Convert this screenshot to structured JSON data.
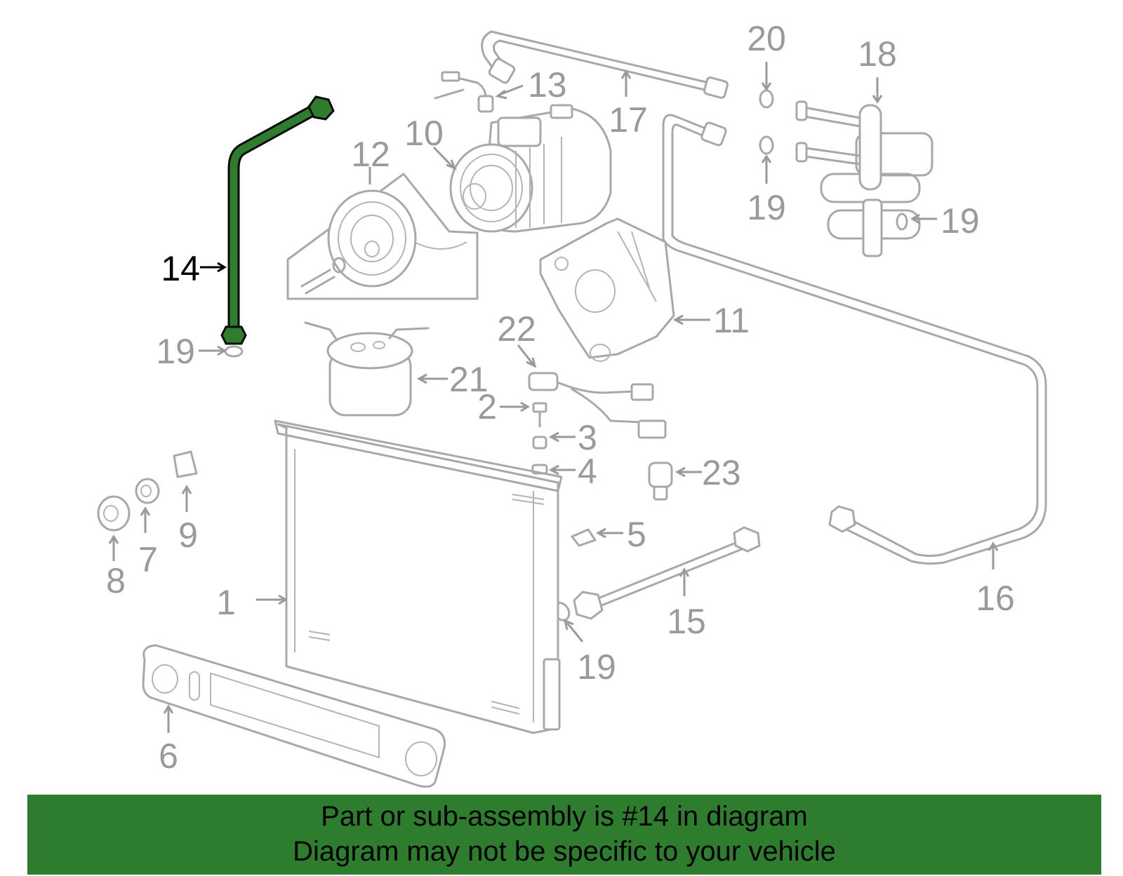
{
  "callouts": [
    {
      "id": "1",
      "label": "1"
    },
    {
      "id": "2",
      "label": "2"
    },
    {
      "id": "3",
      "label": "3"
    },
    {
      "id": "4",
      "label": "4"
    },
    {
      "id": "5",
      "label": "5"
    },
    {
      "id": "6",
      "label": "6"
    },
    {
      "id": "7",
      "label": "7"
    },
    {
      "id": "8",
      "label": "8"
    },
    {
      "id": "9",
      "label": "9"
    },
    {
      "id": "10",
      "label": "10"
    },
    {
      "id": "11",
      "label": "11"
    },
    {
      "id": "12",
      "label": "12"
    },
    {
      "id": "13",
      "label": "13"
    },
    {
      "id": "14",
      "label": "14"
    },
    {
      "id": "15",
      "label": "15"
    },
    {
      "id": "16",
      "label": "16"
    },
    {
      "id": "17",
      "label": "17"
    },
    {
      "id": "18",
      "label": "18"
    },
    {
      "id": "19",
      "label": "19"
    },
    {
      "id": "20",
      "label": "20"
    },
    {
      "id": "21",
      "label": "21"
    },
    {
      "id": "22",
      "label": "22"
    },
    {
      "id": "23",
      "label": "23"
    }
  ],
  "highlighted_part": "14",
  "colors": {
    "highlight": "#2e7d2e",
    "part": "#a8a8a8",
    "label": "#9a9a9a",
    "banner": "#2e7d2e"
  },
  "banner": {
    "line1": "Part or sub-assembly is #14 in diagram",
    "line2": "Diagram may not be specific to your vehicle"
  }
}
